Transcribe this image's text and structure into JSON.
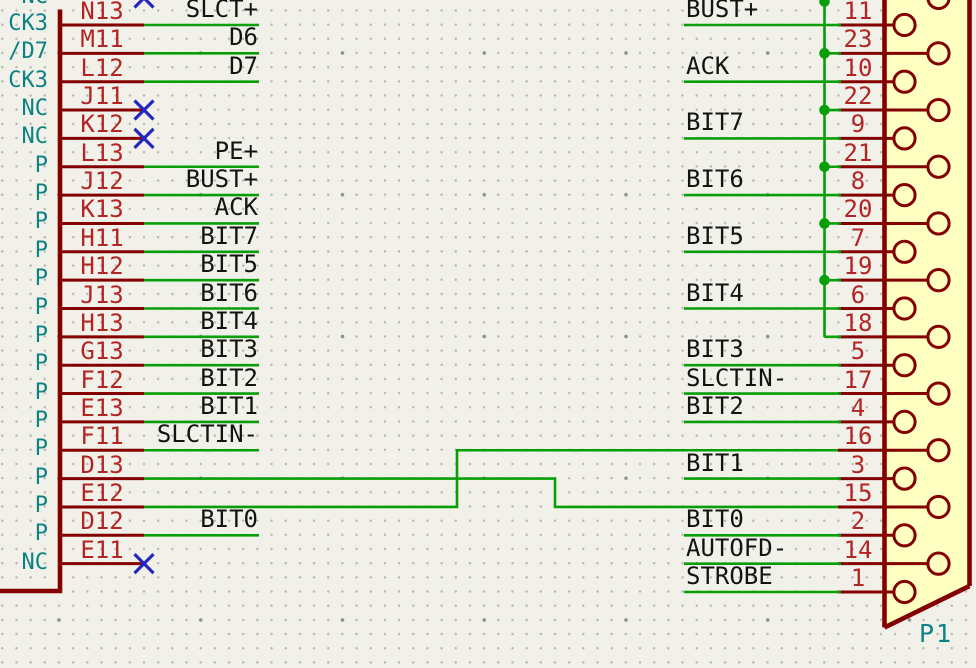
{
  "application": "schematic-editor-canvas",
  "colors": {
    "background": "#f1f1ea",
    "grid_dot_minor": "#b5b5ad",
    "grid_dot_major": "#90908a",
    "wire_green": "#089e08",
    "junction_green": "#089e08",
    "component_outline_maroon": "#840000",
    "pin_number_red": "#b32424",
    "pin_name_teal": "#0c8383",
    "net_label_black": "#131313",
    "no_connect_blue": "#2424c0",
    "connector_fill_yellow": "#ffffc2"
  },
  "left_component": {
    "pins": [
      {
        "row": -1,
        "number": "",
        "name": "NC",
        "type": "nc"
      },
      {
        "row": 0,
        "number": "N13",
        "name": "CK3",
        "net": "SLCT+",
        "type": "net"
      },
      {
        "row": 1,
        "number": "M11",
        "name": "/D7",
        "net": "D6",
        "type": "net"
      },
      {
        "row": 2,
        "number": "L12",
        "name": "CK3",
        "net": "D7",
        "type": "net"
      },
      {
        "row": 3,
        "number": "J11",
        "name": "NC",
        "type": "nc"
      },
      {
        "row": 4,
        "number": "K12",
        "name": "NC",
        "type": "nc"
      },
      {
        "row": 5,
        "number": "L13",
        "name": "P",
        "net": "PE+",
        "type": "net"
      },
      {
        "row": 6,
        "number": "J12",
        "name": "P",
        "net": "BUST+",
        "type": "net"
      },
      {
        "row": 7,
        "number": "K13",
        "name": "P",
        "net": "ACK",
        "type": "net"
      },
      {
        "row": 8,
        "number": "H11",
        "name": "P",
        "net": "BIT7",
        "type": "net"
      },
      {
        "row": 9,
        "number": "H12",
        "name": "P",
        "net": "BIT5",
        "type": "net"
      },
      {
        "row": 10,
        "number": "J13",
        "name": "P",
        "net": "BIT6",
        "type": "net"
      },
      {
        "row": 11,
        "number": "H13",
        "name": "P",
        "net": "BIT4",
        "type": "net"
      },
      {
        "row": 12,
        "number": "G13",
        "name": "P",
        "net": "BIT3",
        "type": "net"
      },
      {
        "row": 13,
        "number": "F12",
        "name": "P",
        "net": "BIT2",
        "type": "net"
      },
      {
        "row": 14,
        "number": "E13",
        "name": "P",
        "net": "BIT1",
        "type": "net"
      },
      {
        "row": 15,
        "number": "F11",
        "name": "P",
        "net": "SLCTIN-",
        "type": "net"
      },
      {
        "row": 16,
        "number": "D13",
        "name": "P",
        "type": "route"
      },
      {
        "row": 17,
        "number": "E12",
        "name": "P",
        "type": "route"
      },
      {
        "row": 18,
        "number": "D12",
        "name": "P",
        "net": "BIT0",
        "type": "net"
      },
      {
        "row": 19,
        "number": "E11",
        "name": "NC",
        "type": "nc"
      }
    ]
  },
  "connector": {
    "reference": "P1",
    "pins": [
      {
        "row": -1,
        "number": "",
        "type": "bus"
      },
      {
        "row": 0,
        "number": "11",
        "net": "BUST+",
        "type": "net"
      },
      {
        "row": 1,
        "number": "23",
        "type": "bus"
      },
      {
        "row": 2,
        "number": "10",
        "net": "ACK",
        "type": "net"
      },
      {
        "row": 3,
        "number": "22",
        "type": "bus"
      },
      {
        "row": 4,
        "number": "9",
        "net": "BIT7",
        "type": "net"
      },
      {
        "row": 5,
        "number": "21",
        "type": "bus"
      },
      {
        "row": 6,
        "number": "8",
        "net": "BIT6",
        "type": "net"
      },
      {
        "row": 7,
        "number": "20",
        "type": "bus"
      },
      {
        "row": 8,
        "number": "7",
        "net": "BIT5",
        "type": "net"
      },
      {
        "row": 9,
        "number": "19",
        "type": "bus"
      },
      {
        "row": 10,
        "number": "6",
        "net": "BIT4",
        "type": "net"
      },
      {
        "row": 11,
        "number": "18",
        "type": "bus-end"
      },
      {
        "row": 12,
        "number": "5",
        "net": "BIT3",
        "type": "net"
      },
      {
        "row": 13,
        "number": "17",
        "net": "SLCTIN-",
        "type": "net"
      },
      {
        "row": 14,
        "number": "4",
        "net": "BIT2",
        "type": "net"
      },
      {
        "row": 15,
        "number": "16",
        "type": "route"
      },
      {
        "row": 16,
        "number": "3",
        "net": "BIT1",
        "type": "net"
      },
      {
        "row": 17,
        "number": "15",
        "type": "route"
      },
      {
        "row": 18,
        "number": "2",
        "net": "BIT0",
        "type": "net"
      },
      {
        "row": 19,
        "number": "14",
        "net": "AUTOFD-",
        "type": "net"
      },
      {
        "row": 20,
        "number": "1",
        "net": "STROBE",
        "type": "net"
      }
    ]
  }
}
